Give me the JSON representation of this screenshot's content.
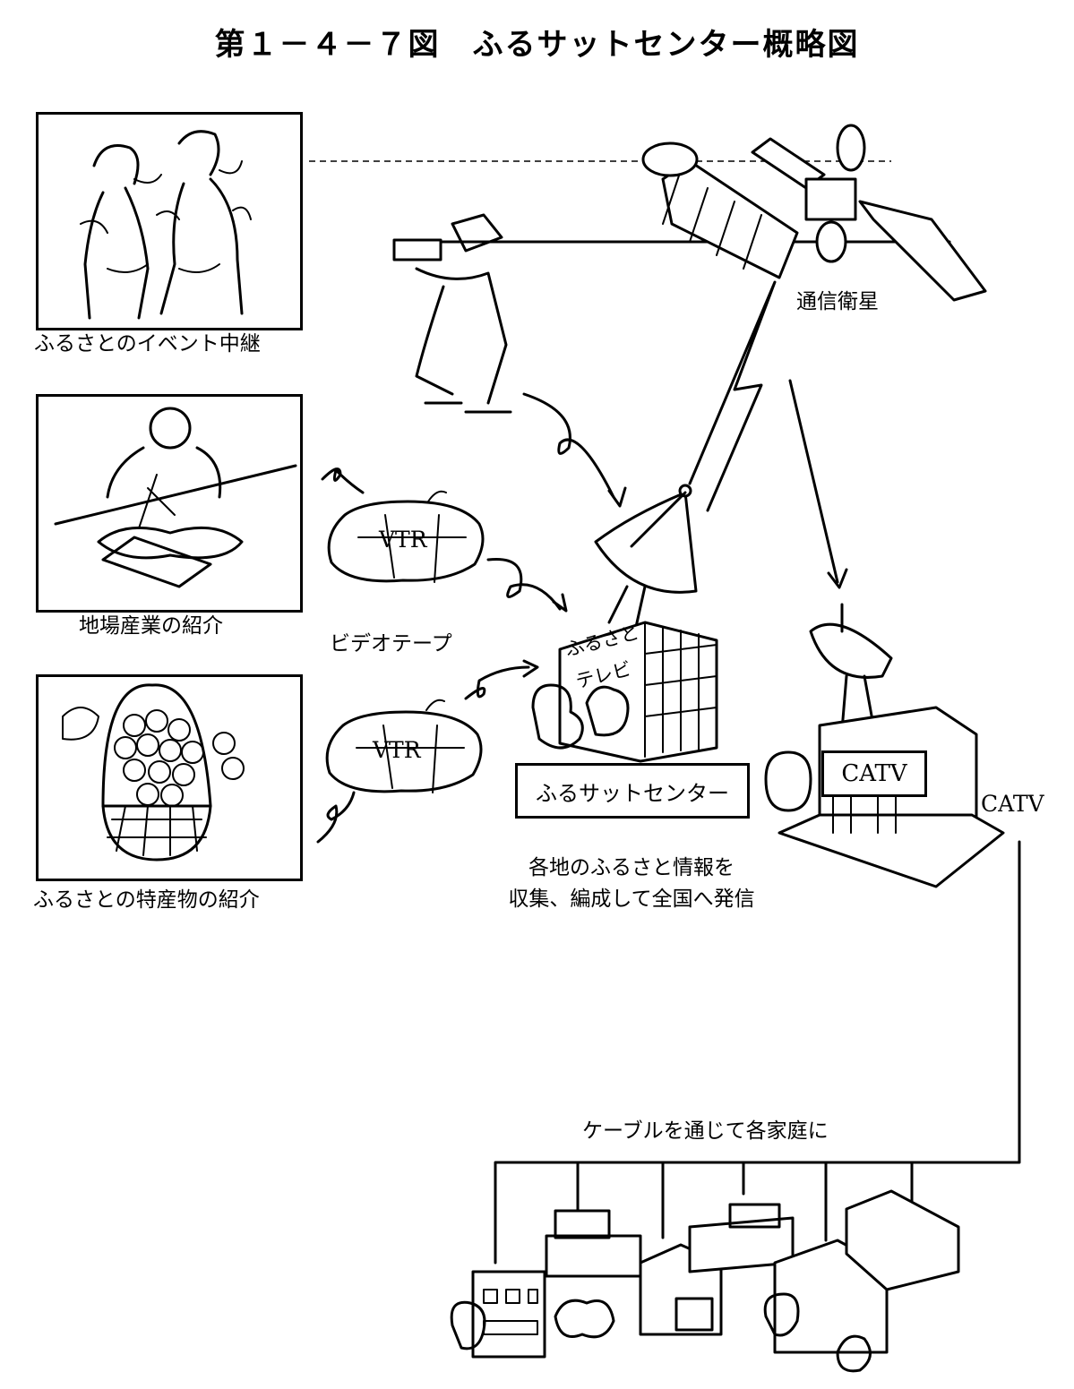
{
  "title": "第１－４－７図　ふるサットセンター概略図",
  "labels": {
    "event": "ふるさとのイベント中継",
    "local_industry": "地場産業の紹介",
    "specialty": "ふるさとの特産物の紹介",
    "videotape": "ビデオテープ",
    "vtr_1": "VTR",
    "vtr_2": "VTR",
    "satellite": "通信衛星",
    "building_sign_line1": "ふるさと",
    "building_sign_line2": "テレビ",
    "center": "ふるサットセンター",
    "center_desc_line1": "各地のふるさと情報を",
    "center_desc_line2": "収集、編成して全国へ発信",
    "catv_sign": "CATV",
    "catv": "CATV",
    "cable": "ケーブルを通じて各家庭に"
  }
}
